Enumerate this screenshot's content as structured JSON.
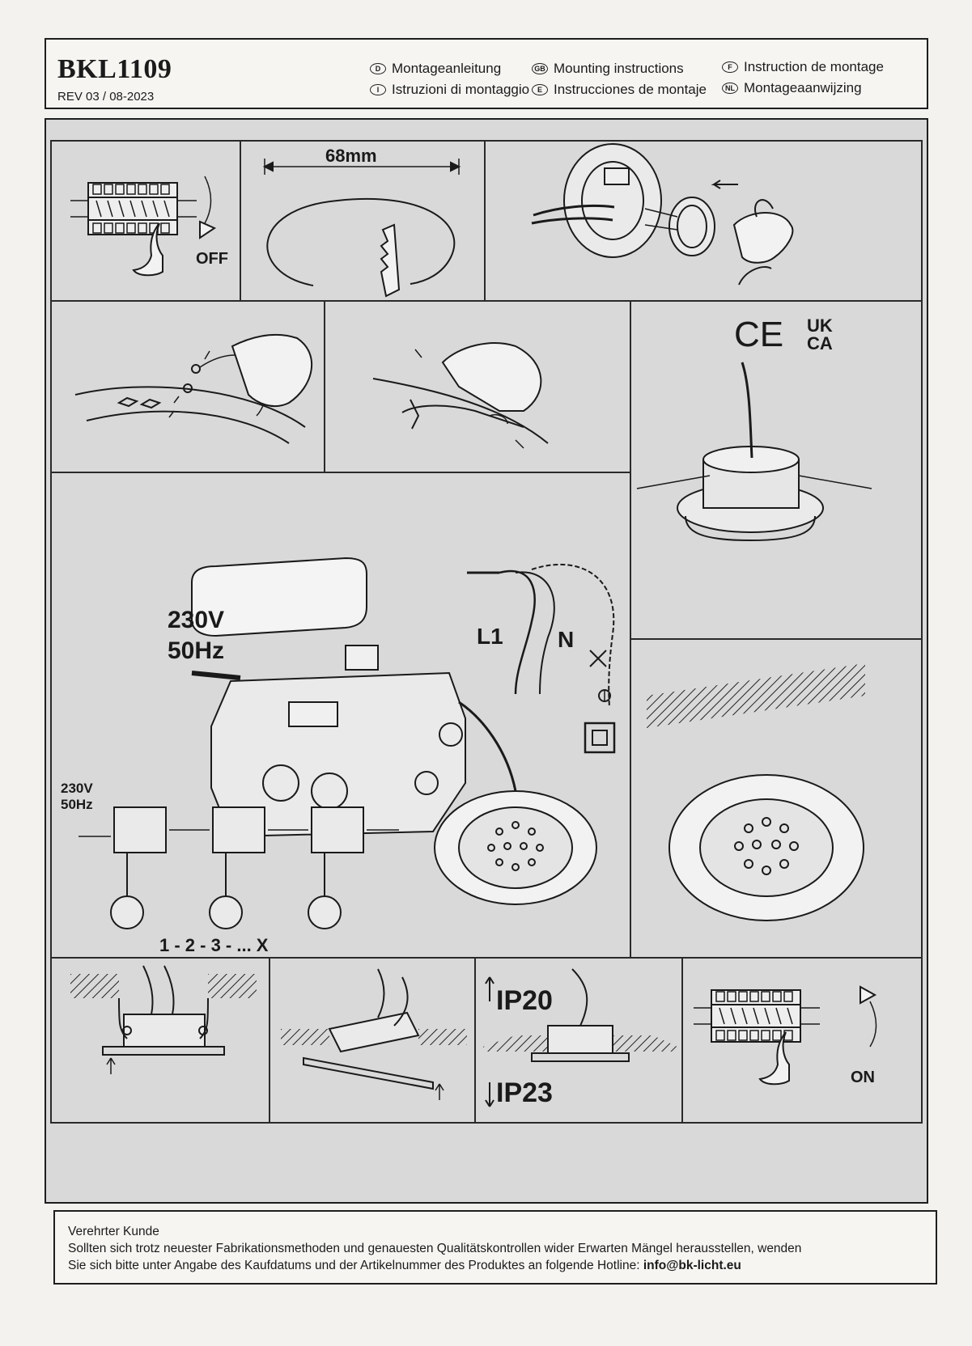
{
  "header": {
    "model": "BKL1109",
    "revision": "REV 03 / 08-2023",
    "languages": [
      {
        "code": "D",
        "label": "Montageanleitung"
      },
      {
        "code": "GB",
        "label": "Mounting instructions"
      },
      {
        "code": "F",
        "label": "Instruction de montage"
      },
      {
        "code": "I",
        "label": "Istruzioni di montaggio"
      },
      {
        "code": "E",
        "label": "Instrucciones de montaje"
      },
      {
        "code": "NL",
        "label": "Montageaanwijzing"
      }
    ]
  },
  "steps": {
    "switch_off": "OFF",
    "cutout_diameter": "68mm",
    "certifications": {
      "ce": "CE",
      "ukca_top": "UK",
      "ukca_bottom": "CA"
    },
    "voltage": "230V",
    "frequency": "50Hz",
    "wire_l1": "L1",
    "wire_n": "N",
    "chain_voltage": "230V",
    "chain_frequency": "50Hz",
    "chain_count": "1 - 2 - 3 - ... X",
    "ip_top": "IP20",
    "ip_bottom": "IP23",
    "switch_on": "ON"
  },
  "footer": {
    "greeting": "Verehrter Kunde",
    "line1": "Sollten sich trotz neuester Fabrikationsmethoden und genauesten Qualitätskontrollen wider Erwarten Mängel herausstellen, wenden",
    "line2": "Sie sich bitte unter Angabe des Kaufdatums und der Artikelnummer des Produktes an folgende Hotline:",
    "hotline": "info@bk-licht.eu"
  }
}
